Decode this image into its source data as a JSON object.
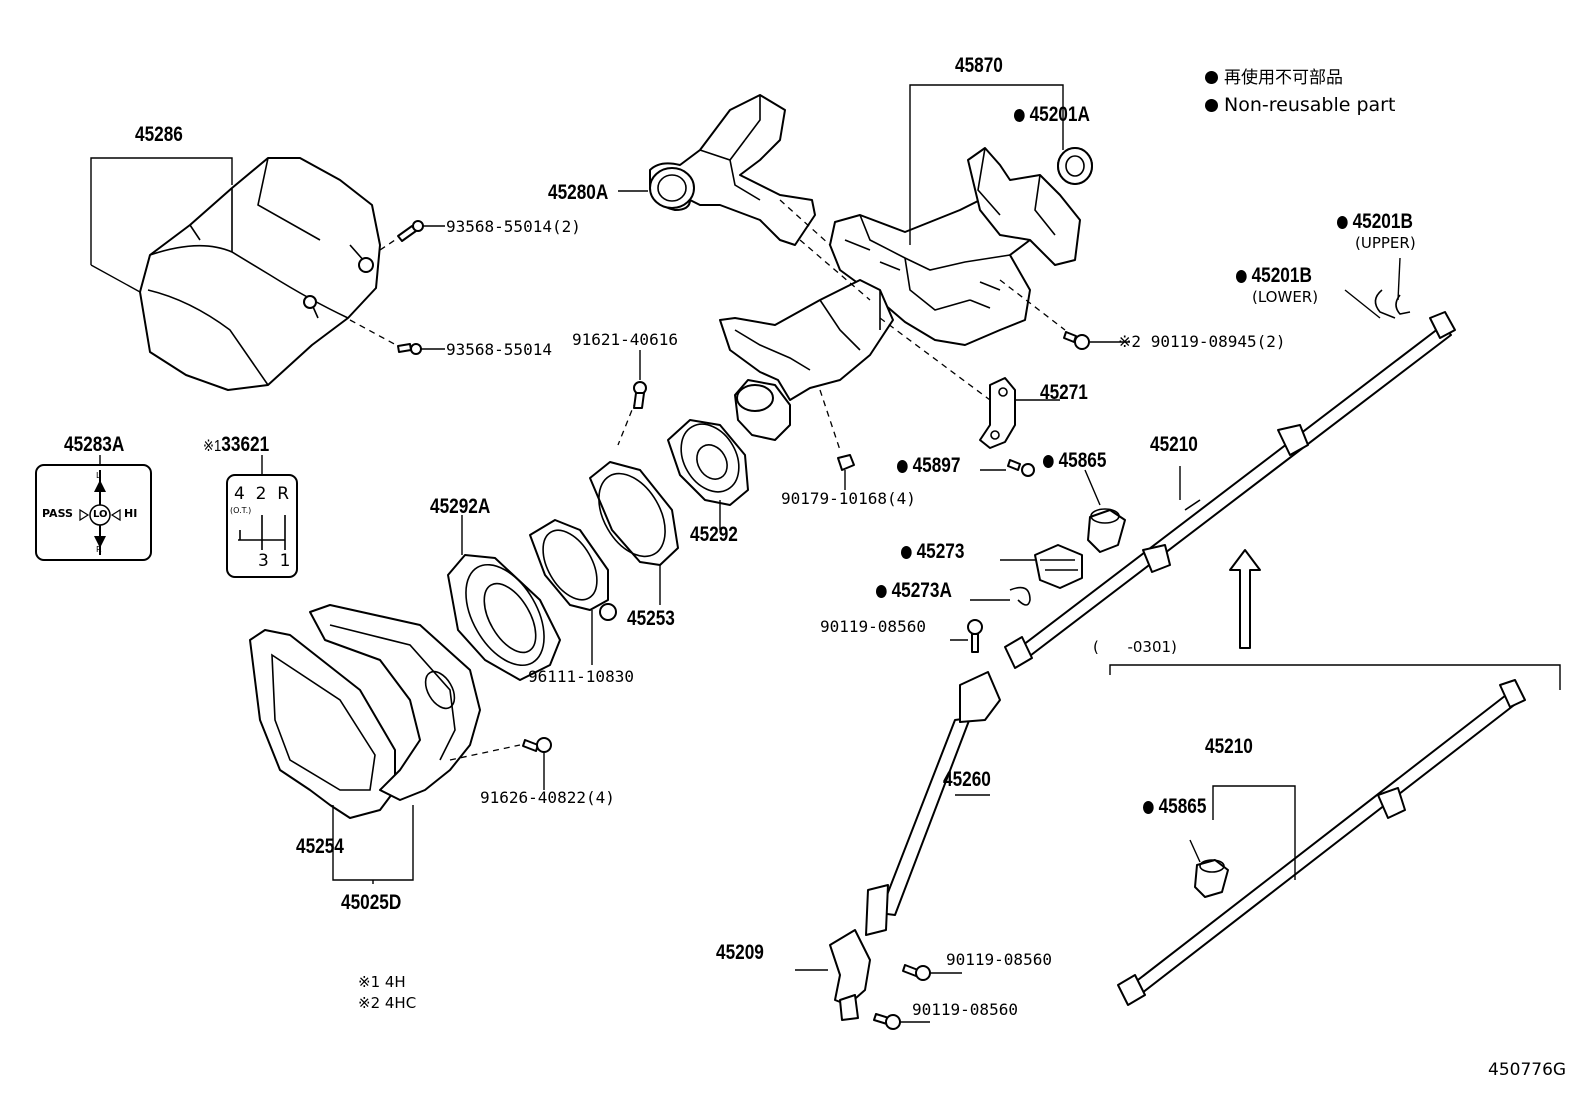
{
  "legend": {
    "nonreusable_jp": "再使用不可部品",
    "nonreusable_en": "Non-reusable part"
  },
  "parts": {
    "p45870": "45870",
    "p45201A": "45201A",
    "p45286": "45286",
    "p45280A": "45280A",
    "p45201B": "45201B",
    "upper": "(UPPER)",
    "p45201B_2": "45201B",
    "lower": "(LOWER)",
    "p93568_2": "93568-55014(2)",
    "p93568": "93568-55014",
    "p91621": "91621-40616",
    "p90119_08945_mark": "※2",
    "p90119_08945": "90119-08945(2)",
    "p45271": "45271",
    "p45283A": "45283A",
    "p33621_mark": "※1",
    "p33621": "33621",
    "p45897": "45897",
    "p45865": "45865",
    "p45210": "45210",
    "p90179": "90179-10168(4)",
    "p45292A": "45292A",
    "p45292": "45292",
    "p45273": "45273",
    "p45273A": "45273A",
    "p90119_08560_a": "90119-08560",
    "p45253": "45253",
    "p96111": "96111-10830",
    "range": "(      -0301)",
    "p45260": "45260",
    "p45210_b": "45210",
    "p91626": "91626-40822(4)",
    "p45865_b": "45865",
    "p45254": "45254",
    "p45025D": "45025D",
    "p45209": "45209",
    "p90119_08560_b": "90119-08560",
    "p90119_08560_c": "90119-08560",
    "note1": "※1 4H",
    "note2": "※2 4HC",
    "figure_id": "450776G"
  },
  "label_45283A": {
    "pass": "PASS",
    "lo": "LO",
    "hi": "HI",
    "l": "L",
    "r": "R"
  },
  "label_33621": {
    "top": "4  2  R",
    "ot": "(O.T.)",
    "bottom": "3  1"
  }
}
